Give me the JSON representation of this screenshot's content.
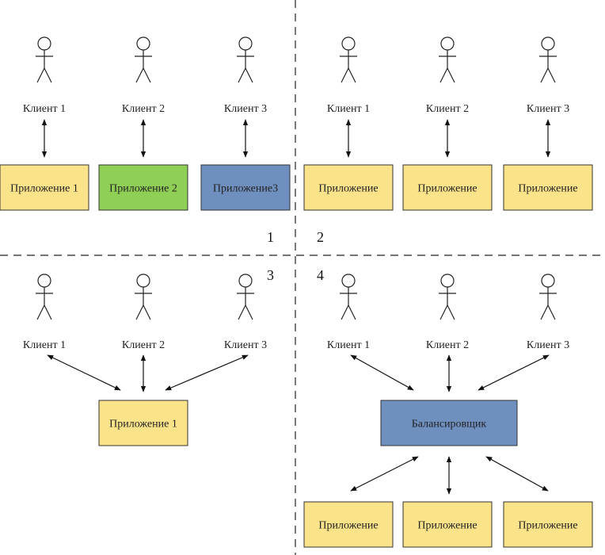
{
  "colors": {
    "app_yellow": "#fbe38a",
    "app_green": "#8fcf55",
    "app_blue": "#6f8fbf",
    "balancer_blue": "#6f8fbf",
    "stroke": "#333333"
  },
  "quadrants": {
    "q1": {
      "number": "1",
      "clients": [
        "Клиент 1",
        "Клиент 2",
        "Клиент 3"
      ],
      "apps": [
        "Приложение 1",
        "Приложение 2",
        "Приложение3"
      ]
    },
    "q2": {
      "number": "2",
      "clients": [
        "Клиент 1",
        "Клиент 2",
        "Клиент 3"
      ],
      "apps": [
        "Приложение",
        "Приложение",
        "Приложение"
      ]
    },
    "q3": {
      "number": "3",
      "clients": [
        "Клиент 1",
        "Клиент 2",
        "Клиент 3"
      ],
      "app": "Приложение 1"
    },
    "q4": {
      "number": "4",
      "clients": [
        "Клиент 1",
        "Клиент 2",
        "Клиент 3"
      ],
      "balancer": "Балансировщик",
      "apps": [
        "Приложение",
        "Приложение",
        "Приложение"
      ]
    }
  }
}
